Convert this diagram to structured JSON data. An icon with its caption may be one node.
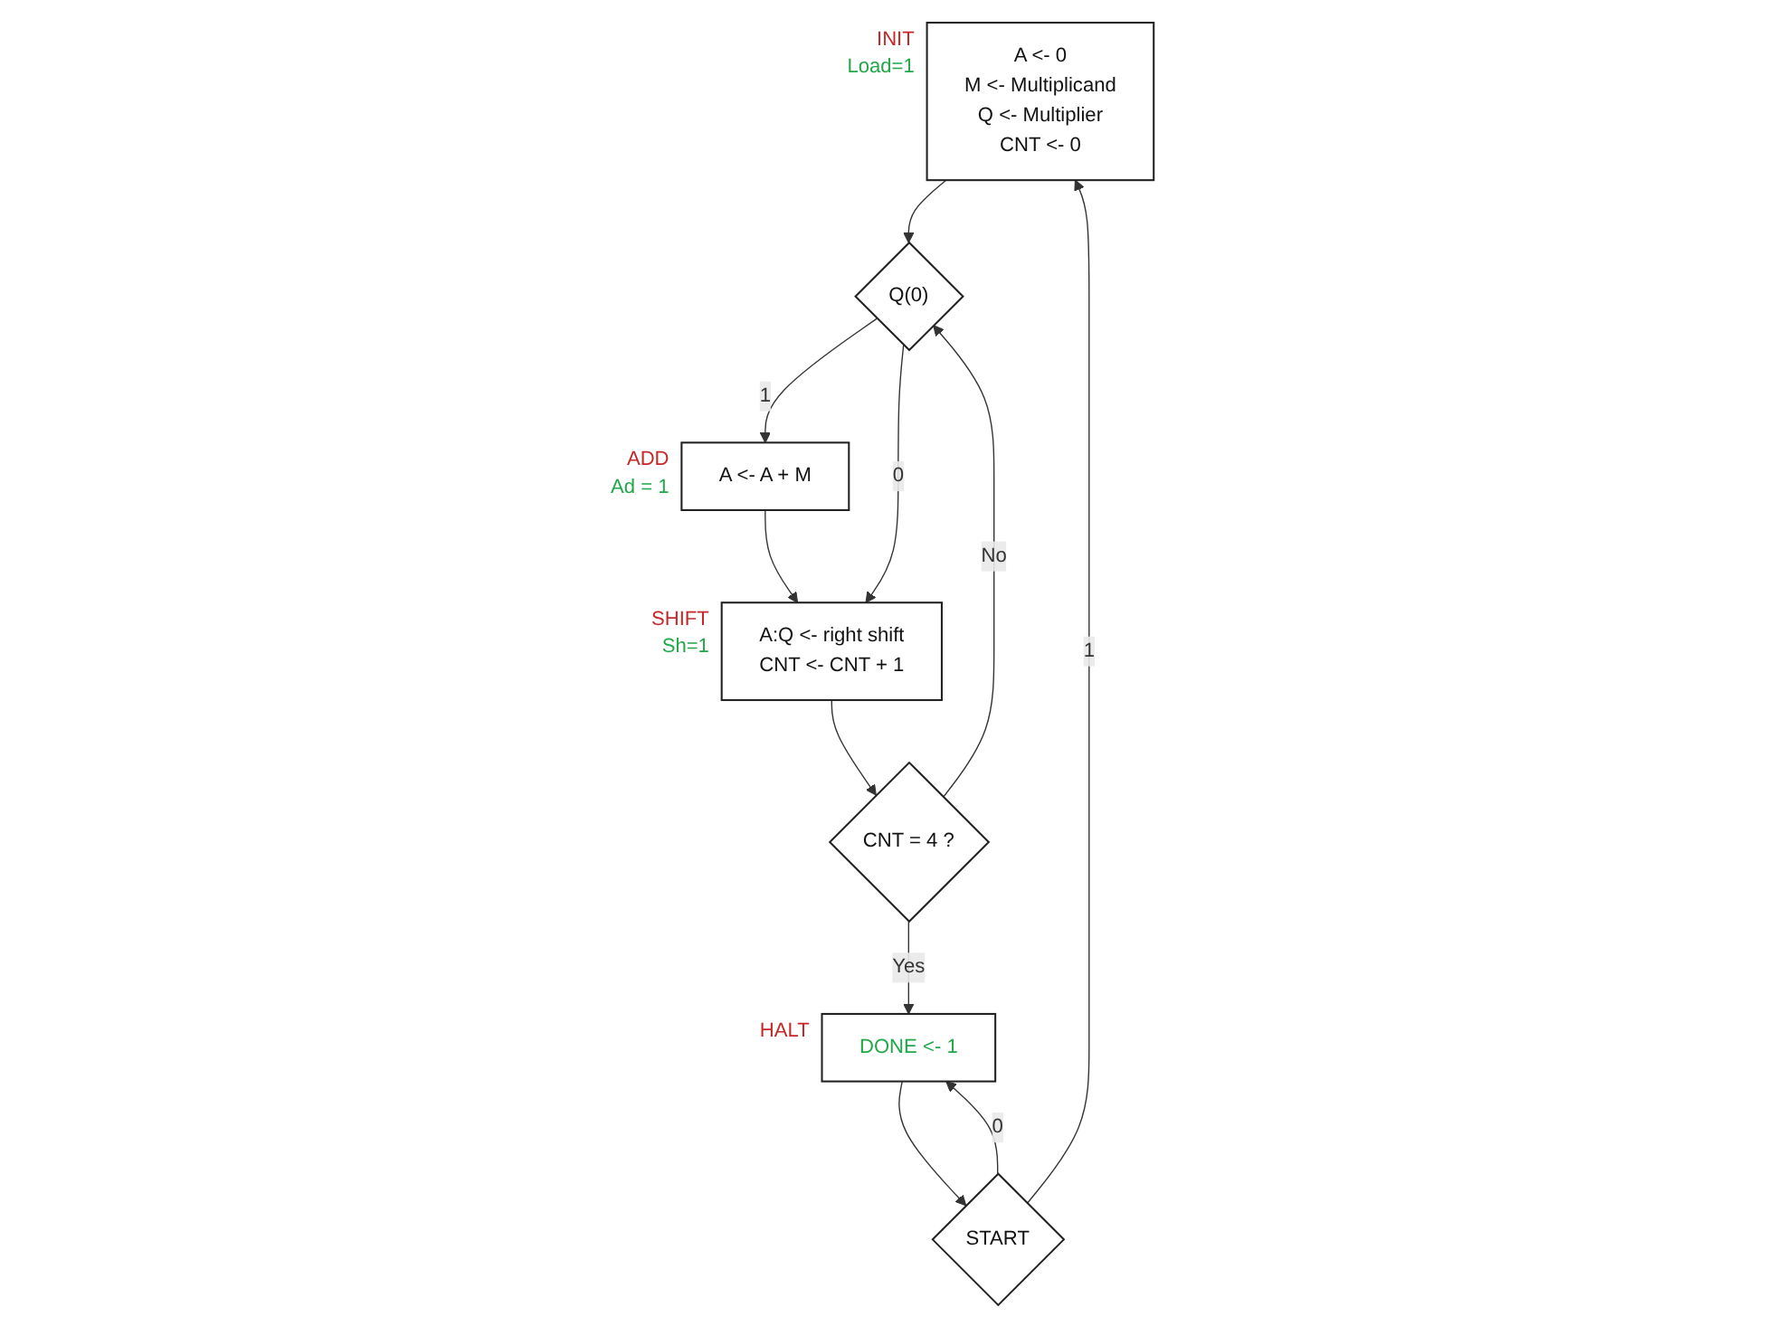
{
  "diagram": {
    "nodes": [
      {
        "text": [
          "A <- 0",
          "M <- Multiplicand",
          "Q <- Multiplier",
          "CNT <- 0"
        ],
        "beside": [
          "INIT",
          "Load=1"
        ]
      },
      {
        "text": [
          "Q(0)"
        ]
      },
      {
        "text": [
          "A <- A + M"
        ],
        "beside": [
          "ADD",
          "Ad = 1"
        ]
      },
      {
        "text": [
          "A:Q <- right shift",
          "CNT <- CNT + 1"
        ],
        "beside": [
          "SHIFT",
          "Sh=1"
        ]
      },
      {
        "text": [
          "CNT = 4 ?"
        ]
      },
      {
        "text": [
          "START"
        ]
      },
      {
        "text": [
          "DONE <- 1"
        ],
        "beside": [
          "HALT"
        ]
      }
    ],
    "edges": [
      {
        "from": 0,
        "to": 1,
        "arrow": "to"
      },
      {
        "from": 1,
        "to": 2,
        "arrow": "to",
        "label": "1"
      },
      {
        "from": 1,
        "to": 3,
        "arrow": "to",
        "label": "0"
      },
      {
        "from": 2,
        "to": 3,
        "arrow": "to"
      },
      {
        "from": 3,
        "to": 4,
        "arrow": "to"
      },
      {
        "from": 4,
        "to": 1,
        "arrow": "to",
        "label": "No"
      },
      {
        "from": 4,
        "to": 6,
        "arrow": "to",
        "label": "Yes"
      },
      {
        "from": 6,
        "to": 5,
        "arrow": "to"
      },
      {
        "from": 5,
        "to": 0,
        "arrow": "to",
        "label": "1"
      },
      {
        "from": 5,
        "to": 6,
        "arrow": "to",
        "label": "0"
      }
    ]
  }
}
